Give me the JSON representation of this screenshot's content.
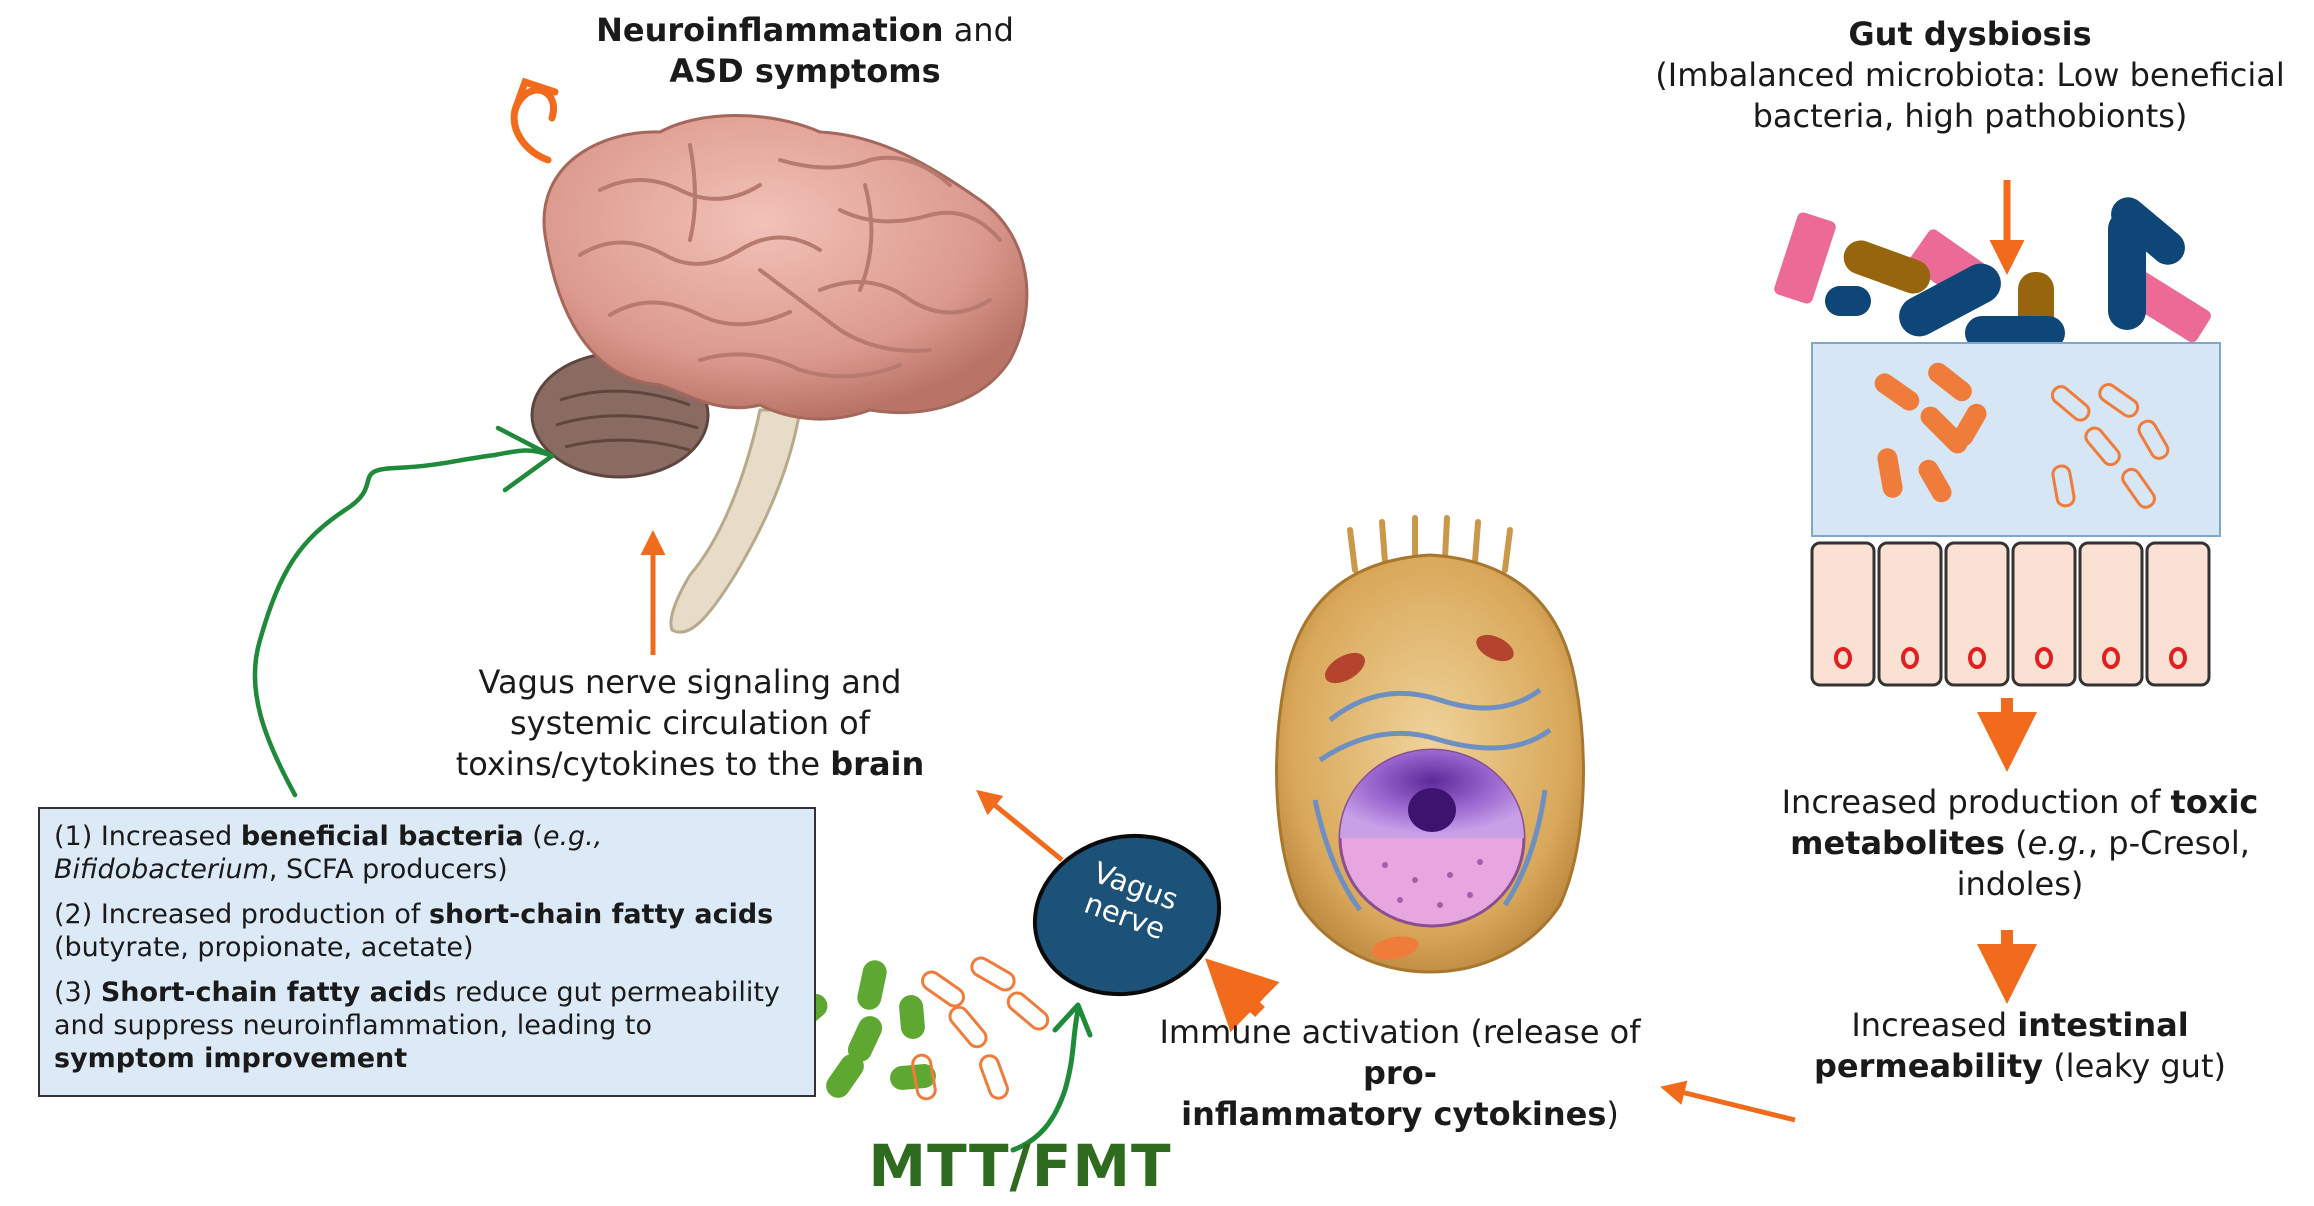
{
  "labels": {
    "neuro": {
      "bold": "Neuroinflammation",
      "mid": " and",
      "line2": "ASD symptoms"
    },
    "gut": {
      "title": "Gut dysbiosis",
      "desc_line1": "(Imbalanced microbiota: Low beneficial",
      "desc_line2": "bacteria, high pathobionts)"
    },
    "vagus_signal": {
      "line1": "Vagus nerve signaling and",
      "line2": "systemic circulation of",
      "line3": "toxins/cytokines to the ",
      "line3_bold": "brain"
    },
    "toxic": {
      "l1": "Increased production of ",
      "l1_bold": "toxic",
      "l2_bold": "metabolites",
      "l2_a": " (",
      "l2_it": "e.g.",
      "l2_b": ", p-Cresol,",
      "l3": "indoles)"
    },
    "permeability": {
      "l1": "Increased ",
      "l1_bold": "intestinal",
      "l2_bold": "permeability",
      "l2": " (leaky gut)"
    },
    "immune": {
      "l1": "Immune activation (release of ",
      "l1_bold": "pro-",
      "l2_bold": "inflammatory cytokines",
      "l2": ")"
    },
    "nerve_line1": "Vagus",
    "nerve_line2": "nerve",
    "mtt": "MTT/FMT"
  },
  "box": {
    "item1": {
      "prefix": "(1) Increased ",
      "bold": "beneficial bacteria",
      "mid": " (",
      "eg": "e.g.,",
      "genus": "Bifidobacterium",
      "rest": ", SCFA producers)"
    },
    "item2": {
      "prefix": "(2) Increased production of ",
      "bold": "short-chain fatty acids",
      "line2": "(butyrate, propionate, acetate)"
    },
    "item3": {
      "prefix": "(3) ",
      "bold": "Short-chain fatty acid",
      "rest": "s reduce gut permeability and suppress neuroinflammation, leading to ",
      "bold2": "symptom improvement"
    }
  },
  "colors": {
    "orange": "#f26b1d",
    "green": "#1f8a3a",
    "mtt_green": "#2e6b1f",
    "navy": "#1c5277",
    "box_fill": "#dce9f6",
    "lumen_fill": "#d6e6f4",
    "epithelium": "#fbe1d3",
    "nucleus_dot": "#e02020",
    "pink": "#ec6a96",
    "brown": "#98650f",
    "blue": "#0e4677",
    "bio_green": "#5ea832",
    "brain": "#e2a49a"
  }
}
